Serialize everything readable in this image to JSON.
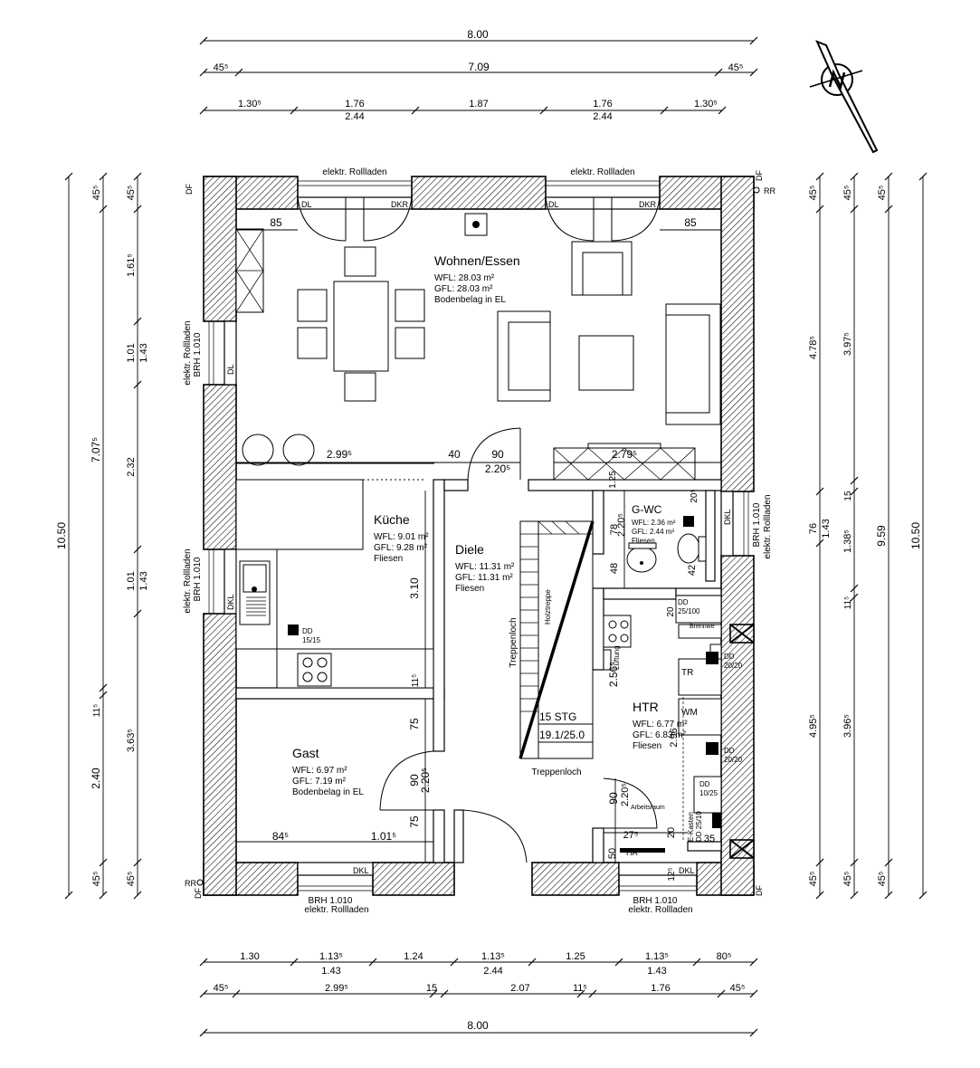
{
  "dims_top": {
    "row1": [
      "8.00"
    ],
    "row2": [
      "45⁵",
      "7.09",
      "45⁵"
    ],
    "row3": [
      "1.30⁵",
      "1.76",
      "1.87",
      "1.76",
      "1.30⁵"
    ],
    "row3b": [
      "2.44",
      "2.44"
    ]
  },
  "dims_bottom": {
    "row1": [
      "1.30",
      "1.13⁵",
      "1.24",
      "1.13⁵",
      "1.25",
      "1.13⁵",
      "80⁵"
    ],
    "row1b": [
      "1.43",
      "2.44",
      "1.43"
    ],
    "row2": [
      "45⁵",
      "2.99⁵",
      "15",
      "2.07",
      "11⁵",
      "1.76",
      "45⁵"
    ],
    "row3": [
      "8.00"
    ]
  },
  "dims_left": {
    "outer": "10.50",
    "mid": "7.07⁵",
    "mid2": "2.40",
    "mid3": "3.63⁵",
    "small": [
      "45⁵",
      "11⁵",
      "45⁵"
    ],
    "inner": [
      "45⁵",
      "1.61⁵",
      "1.01",
      "1.43",
      "2.32",
      "1.01",
      "1.43",
      "3.63⁵",
      "45⁵"
    ]
  },
  "dims_right": {
    "outer": "10.50",
    "mid": "9.59",
    "a": [
      "45⁵",
      "4.78⁵",
      "76",
      "1.43",
      "4.95⁵",
      "45⁵"
    ],
    "b": [
      "45⁵",
      "3.97⁵",
      "15",
      "1.38⁵",
      "11⁵",
      "3.96⁵",
      "45⁵"
    ]
  },
  "window_labels": {
    "top_left": "elektr. Rollladen",
    "top_right": "elektr. Rollladen",
    "bottom_left_brh": "BRH 1.010",
    "bottom_left": "elektr. Rollladen",
    "bottom_right_brh": "BRH 1.010",
    "bottom_right": "elektr. Rollladen",
    "left_upper": "elektr. Rollladen",
    "left_upper_brh": "BRH 1.010",
    "left_lower": "elektr. Rollladen",
    "left_lower_brh": "BRH 1.010",
    "right": "elektr. Rollladen",
    "right_brh": "BRH 1.010"
  },
  "marks": {
    "df": "DF",
    "rr": "RR",
    "dl": "DL",
    "dkr": "DKR",
    "dkl": "DKL",
    "dd_kitchen": "DD",
    "dd_kitchen_size": "15/15",
    "dd_htr": "DD",
    "dd_htr_size": "25/100",
    "dd_2020a": "DD",
    "dd_2020a_size": "20/20",
    "dd_2020b": "DD",
    "dd_2020b_size": "20/20",
    "dd_1025": "DD",
    "dd_1025_size": "10/25",
    "brenner": "Brennwe",
    "tr": "TR",
    "wm": "WM",
    "ha": "HA",
    "hauptrep": "Holztreppe",
    "treppenloch_v": "Treppenloch",
    "treppenloch_h": "Treppenloch",
    "stg": "15 STG",
    "stg2": "19.1/25.0",
    "arbeitsraum": "Arbeitsraum",
    "ekasten": "E-Kasten",
    "ekasten2": "DD 25/10",
    "lueftung": "Lüftung"
  },
  "rooms": {
    "wohnen": {
      "name": "Wohnen/Essen",
      "wfl": "WFL: 28.03 m²",
      "gfl": "GFL: 28.03 m²",
      "floor": "Bodenbelag in EL"
    },
    "kueche": {
      "name": "Küche",
      "wfl": "WFL: 9.01 m²",
      "gfl": "GFL: 9.28 m²",
      "floor": "Fliesen"
    },
    "diele": {
      "name": "Diele",
      "wfl": "WFL: 11.31 m²",
      "gfl": "GFL: 11.31 m²",
      "floor": "Fliesen"
    },
    "gwc": {
      "name": "G-WC",
      "wfl": "WFL: 2.36 m²",
      "gfl": "GFL: 2.44 m²",
      "floor": "Fliesen"
    },
    "htr": {
      "name": "HTR",
      "wfl": "WFL: 6.77 m²",
      "gfl": "GFL: 6.83 m²",
      "floor": "Fliesen"
    },
    "gast": {
      "name": "Gast",
      "wfl": "WFL: 6.97 m²",
      "gfl": "GFL: 7.19 m²",
      "floor": "Bodenbelag in EL"
    }
  },
  "inner_dims": {
    "d85l": "85",
    "d85r": "85",
    "d299": "2.99⁵",
    "d40": "40",
    "d90": "90",
    "d220": "2.20⁵",
    "d279": "2.79⁵",
    "d310": "3.10",
    "d115k": "11⁵",
    "d75a": "75",
    "d90g": "90",
    "d220g": "2.20⁵",
    "d75b": "75",
    "d845": "84⁵",
    "d1015": "1.01⁵",
    "d125": "1.25",
    "d205": "20⁵",
    "d220w": "2.20⁵",
    "d78": "78",
    "d48": "48",
    "d42": "42",
    "d256": "2.56⁵",
    "d90h": "90",
    "d220h": "2.20⁵",
    "d275": "27⁵",
    "d50": "50",
    "d20": "20",
    "d35": "35",
    "d125b": "12⁵",
    "d296": "2.96",
    "d20h": "20"
  }
}
